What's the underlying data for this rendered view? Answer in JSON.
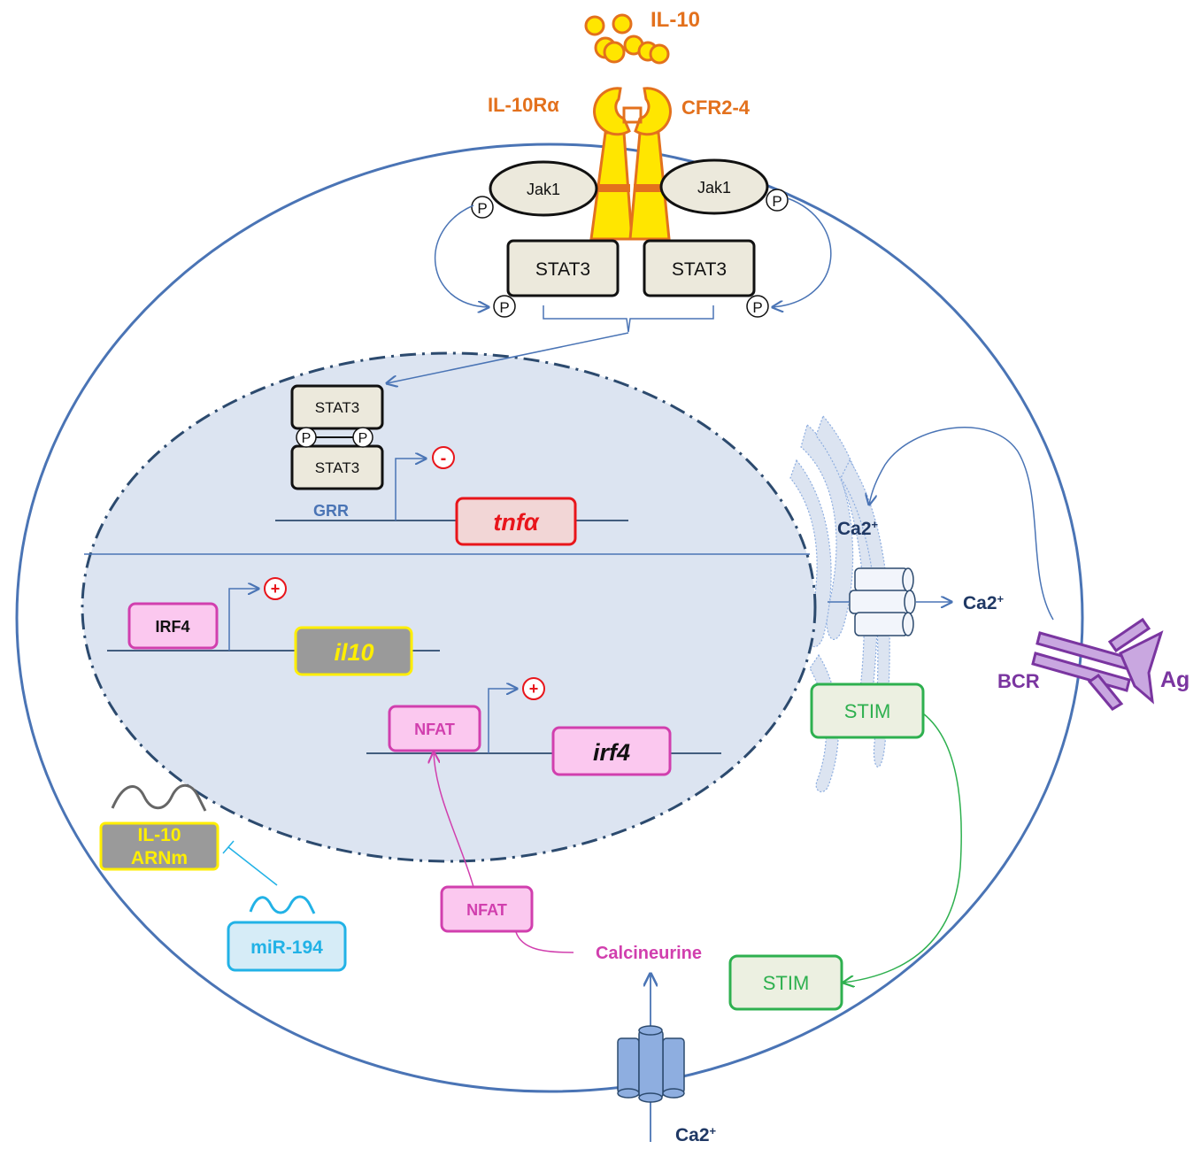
{
  "ligand": {
    "label": "IL-10",
    "color": "#e3711d"
  },
  "receptors": {
    "left": "IL-10Rα",
    "right": "CFR2-4"
  },
  "kinase": {
    "left": "Jak1",
    "right": "Jak1"
  },
  "phospho": "P",
  "stat": {
    "left": "STAT3",
    "right": "STAT3",
    "dimer_top": "STAT3",
    "dimer_bottom": "STAT3"
  },
  "genes": {
    "grr": "GRR",
    "tnfa": "tnfα",
    "tnfa_effect": "-",
    "irf4_tf": "IRF4",
    "il10": "il10",
    "il10_effect": "+",
    "nfat_nuclear": "NFAT",
    "irf4": "irf4",
    "irf4_effect": "+"
  },
  "cytoplasm": {
    "mrna_line1": "IL-10",
    "mrna_line2": "ARNm",
    "mirna": "miR-194",
    "nfat": "NFAT",
    "calcineurin": "Calcineurine",
    "stim_er": "STIM",
    "stim_membrane": "STIM"
  },
  "calcium": {
    "er_top": "Ca2+",
    "er_out": "Ca2+",
    "extracellular": "Ca2+"
  },
  "bcr": {
    "label": "BCR",
    "antigen": "Ag"
  },
  "colors": {
    "membrane": "#4a74b5",
    "nucleus_fill": "#dce4f1",
    "nucleus_border": "#2c4a6e",
    "receptor_yellow": "#ffe600",
    "receptor_orange": "#e3711d",
    "stat_fill": "#ece9dc",
    "tnfa_red": "#e8151b",
    "tnfa_fill": "#f2d6d6",
    "pink": "#d13fae",
    "pink_fill": "#fbc8ef",
    "il10_yellow": "#ffee00",
    "il10_gray": "#9a9a9a",
    "green": "#2eb04f",
    "green_fill": "#ecf0e1",
    "mirna_blue": "#22b2e6",
    "mirna_fill": "#d6ecf7",
    "bcr_purple": "#7a35a0",
    "calcium_navy": "#1f3864",
    "channel_blue": "#8eaee0"
  }
}
